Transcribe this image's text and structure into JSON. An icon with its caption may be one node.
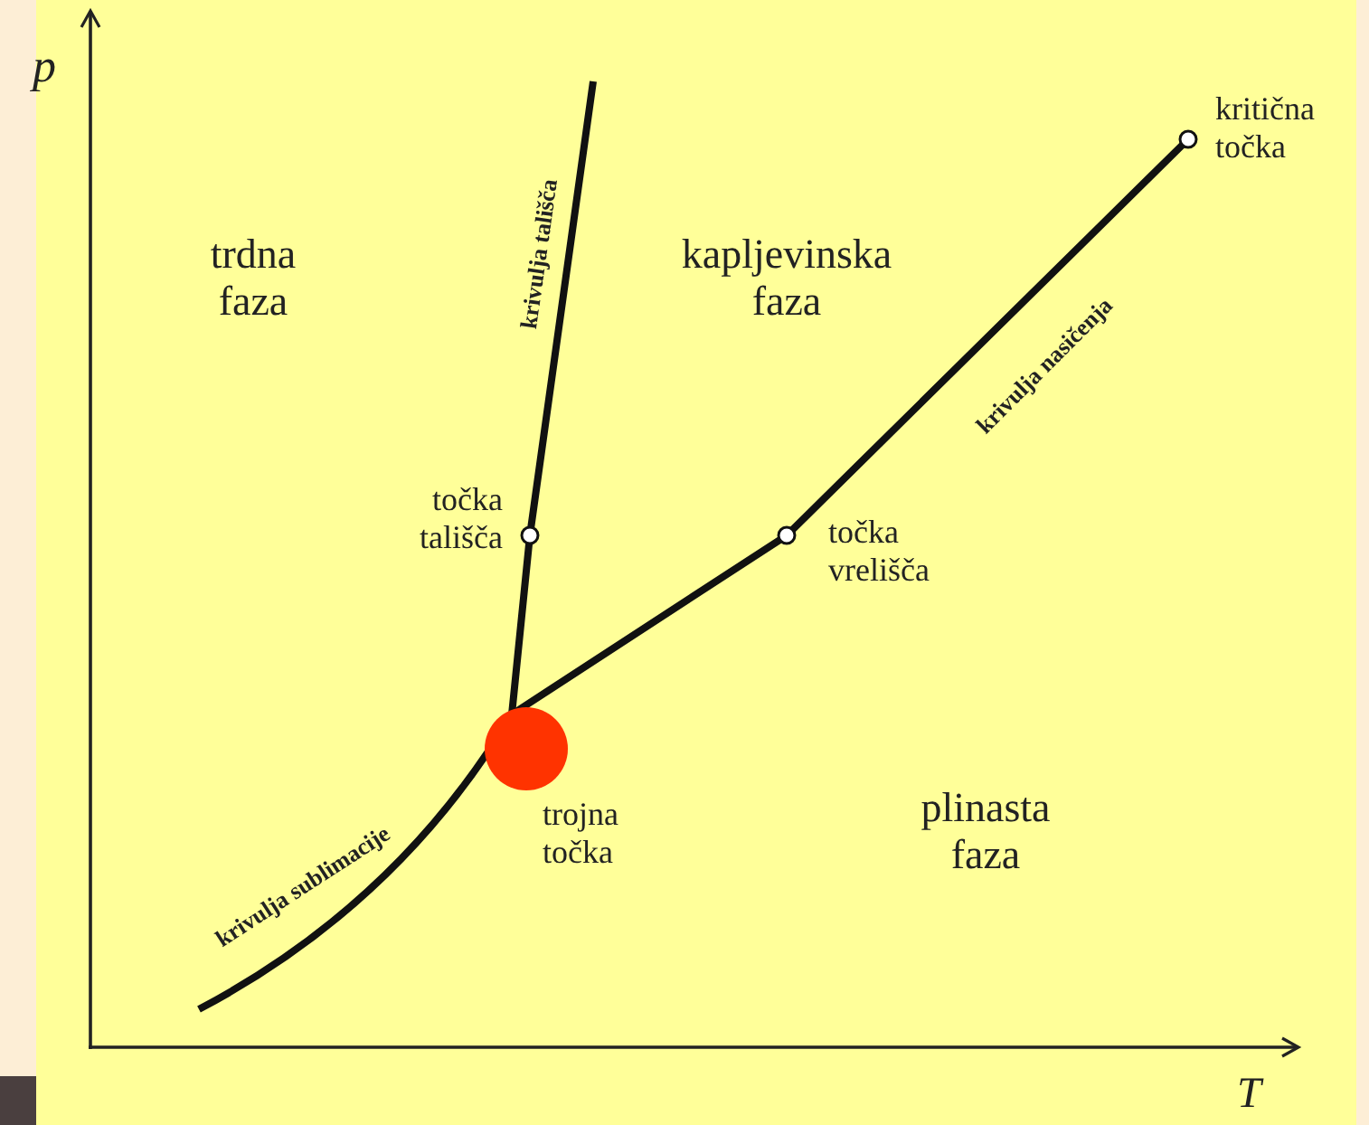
{
  "diagram": {
    "labels": [
      "p",
      "kritična točka",
      "trdna faza",
      "kapljevinska faza",
      "krivulja tališča",
      "krivulja nasičenja",
      "točka tališča",
      "točka vrelišča",
      "trojna točka",
      "plinasta faza",
      "krivulja sublimacije",
      "T"
    ]
  }
}
